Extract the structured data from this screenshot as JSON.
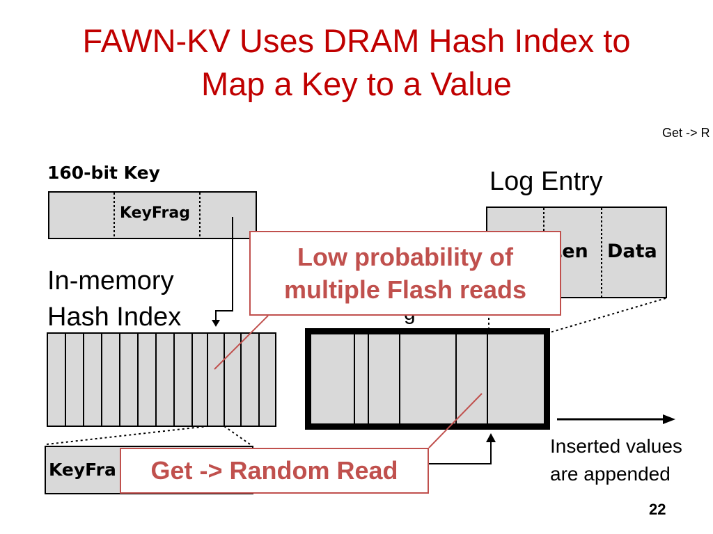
{
  "title": {
    "line1": "FAWN-KV Uses DRAM Hash Index to",
    "line2": "Map a Key to a Value"
  },
  "corner_text": "Get -> R",
  "diagram": {
    "key_label": "160-bit Key",
    "keyfrag_label": "KeyFrag",
    "log_entry_label": "Log Entry",
    "log_entry_len": "Len",
    "log_entry_data": "Data",
    "hash_index_line1": "In-memory",
    "hash_index_line2": "Hash Index",
    "bucket_keyfrag": "KeyFra",
    "inserted_line1": "Inserted values",
    "inserted_line2": "are appended"
  },
  "callouts": {
    "flash_reads_line1": "Low probability of",
    "flash_reads_line2": "multiple Flash reads",
    "random_read": "Get -> Random Read"
  },
  "page_number": "22"
}
